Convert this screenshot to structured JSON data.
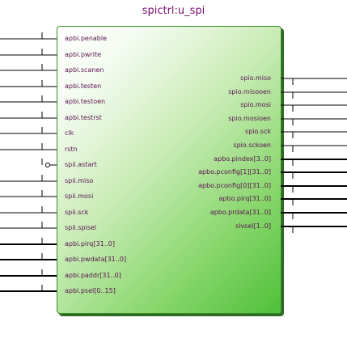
{
  "title": "spictrl:u_spi",
  "inputs": [
    {
      "label": "apbi.penable",
      "bus": false,
      "inverted": false
    },
    {
      "label": "apbi.pwrite",
      "bus": false,
      "inverted": false
    },
    {
      "label": "apbi.scanen",
      "bus": false,
      "inverted": false
    },
    {
      "label": "apbi.testen",
      "bus": false,
      "inverted": false
    },
    {
      "label": "apbi.testoen",
      "bus": false,
      "inverted": false
    },
    {
      "label": "apbi.testrst",
      "bus": false,
      "inverted": false
    },
    {
      "label": "clk",
      "bus": false,
      "inverted": false
    },
    {
      "label": "rstn",
      "bus": false,
      "inverted": false
    },
    {
      "label": "spii.astart",
      "bus": false,
      "inverted": true
    },
    {
      "label": "spii.miso",
      "bus": false,
      "inverted": false
    },
    {
      "label": "spii.mosi",
      "bus": false,
      "inverted": false
    },
    {
      "label": "spii.sck",
      "bus": false,
      "inverted": false
    },
    {
      "label": "spii.spisel",
      "bus": false,
      "inverted": false
    },
    {
      "label": "apbi.pirq[31..0]",
      "bus": true,
      "inverted": false
    },
    {
      "label": "apbi.pwdata[31..0]",
      "bus": true,
      "inverted": false
    },
    {
      "label": "apbi.paddr[31..0]",
      "bus": true,
      "inverted": false
    },
    {
      "label": "apbi.psel[0..15]",
      "bus": true,
      "inverted": false
    }
  ],
  "outputs": [
    {
      "label": "spio.miso",
      "bus": false
    },
    {
      "label": "spio.misooen",
      "bus": false
    },
    {
      "label": "spio.mosi",
      "bus": false
    },
    {
      "label": "spio.mosioen",
      "bus": false
    },
    {
      "label": "spio.sck",
      "bus": false
    },
    {
      "label": "spio.sckoen",
      "bus": false
    },
    {
      "label": "apbo.pindex[3..0]",
      "bus": true
    },
    {
      "label": "apbo.pconfig[1][31..0]",
      "bus": true
    },
    {
      "label": "apbo.pconfig[0][31..0]",
      "bus": true
    },
    {
      "label": "apbo.pirq[31..0]",
      "bus": true
    },
    {
      "label": "apbo.prdata[31..0]",
      "bus": true
    },
    {
      "label": "slvsel[1..0]",
      "bus": true
    }
  ],
  "colors": {
    "line": "#000000",
    "label": "#5a1250",
    "title": "#7a0f6e"
  }
}
